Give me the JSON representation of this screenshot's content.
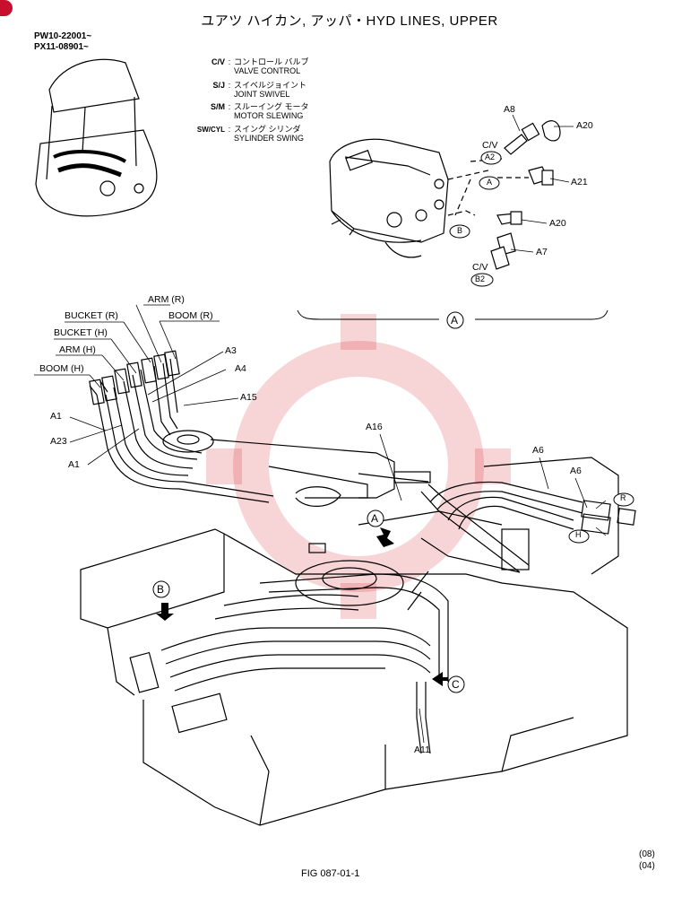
{
  "title": "ユアツ ハイカン, アッパ・HYD  LINES, UPPER",
  "serials": [
    "PW10-22001~",
    "PX11-08901~"
  ],
  "legend": [
    {
      "code": "C/V",
      "jp": "コントロール バルブ",
      "en": "VALVE CONTROL"
    },
    {
      "code": "S/J",
      "jp": "スイベルジョイント",
      "en": "JOINT SWIVEL"
    },
    {
      "code": "S/M",
      "jp": "スルーイング モータ",
      "en": "MOTOR SLEWING"
    },
    {
      "code": "SW/CYL",
      "jp": "スイング シリンダ",
      "en": "SYLINDER SWING"
    }
  ],
  "detail_a": {
    "marker": "A",
    "labels": {
      "a8": "A8",
      "a20_top": "A20",
      "cv_top": "C/V",
      "a2": "A2",
      "a": "A",
      "a21": "A21",
      "b": "B",
      "a20_bottom": "A20",
      "a7": "A7",
      "cv_bottom": "C/V",
      "b2": "B2"
    }
  },
  "main_labels": {
    "arm_r": "ARM (R)",
    "bucket_r": "BUCKET (R)",
    "boom_r": "BOOM (R)",
    "bucket_h": "BUCKET (H)",
    "arm_h": "ARM (H)",
    "boom_h": "BOOM (H)",
    "a3": "A3",
    "a4": "A4",
    "a15": "A15",
    "a1_top": "A1",
    "a23": "A23",
    "a1_bottom": "A1",
    "a16": "A16",
    "a6_left": "A6",
    "a6_right": "A6",
    "r": "R",
    "h": "H",
    "view_a": "A",
    "view_b": "B",
    "view_c": "C",
    "a11": "A11"
  },
  "footer": {
    "fig": "FIG  087-01-1",
    "rev1": "(08)",
    "rev2": "(04)"
  }
}
